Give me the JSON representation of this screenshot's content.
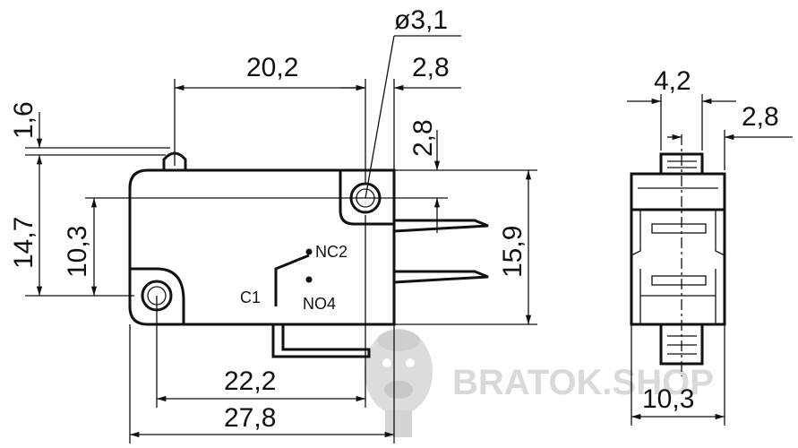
{
  "dimensions": {
    "hole_diameter": "ø3,1",
    "top_span": "20,2",
    "right_offset": "2,8",
    "terminal_offset": "2,8",
    "lever_thickness": "1,6",
    "overall_height": "14,7",
    "hole_spacing_height": "10,3",
    "body_height": "15,9",
    "hole_spacing_width": "22,2",
    "overall_width": "27,8",
    "side_top_width": "4,2",
    "side_offset": "2,8",
    "side_width": "10,3"
  },
  "terminals": {
    "nc": "NC2",
    "common": "C1",
    "no": "NO4"
  },
  "watermark": {
    "text": "BRATOK.SHOP"
  },
  "colors": {
    "line": "#111111",
    "watermark": "#d9d9d9",
    "background": "#ffffff"
  }
}
